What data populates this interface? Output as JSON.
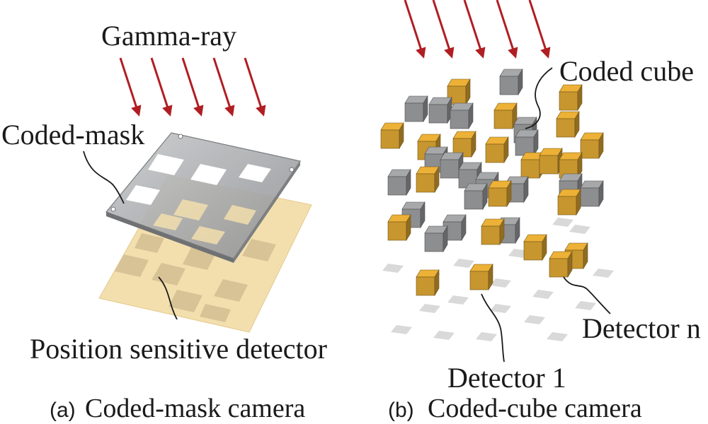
{
  "panel_a": {
    "gamma_label": "Gamma-ray",
    "mask_label": "Coded-mask",
    "detector_label": "Position sensitive detector",
    "caption_prefix": "(a)",
    "caption_text": "Coded-mask camera"
  },
  "panel_b": {
    "cube_label": "Coded cube",
    "detector1_label": "Detector 1",
    "detectorn_label": "Detector n",
    "caption_prefix": "(b)",
    "caption_text": "Coded-cube camera"
  },
  "colors": {
    "arrow": "#b01e23",
    "mask": "#a9abae",
    "detector_plane": "#f3dfae",
    "gold_cube": "#c8962e",
    "gray_cube": "#8d8e90",
    "shadow": "#cfcfcf"
  },
  "icons": {
    "arrow": "gamma-ray-arrow-icon",
    "cube": "cube-icon"
  }
}
